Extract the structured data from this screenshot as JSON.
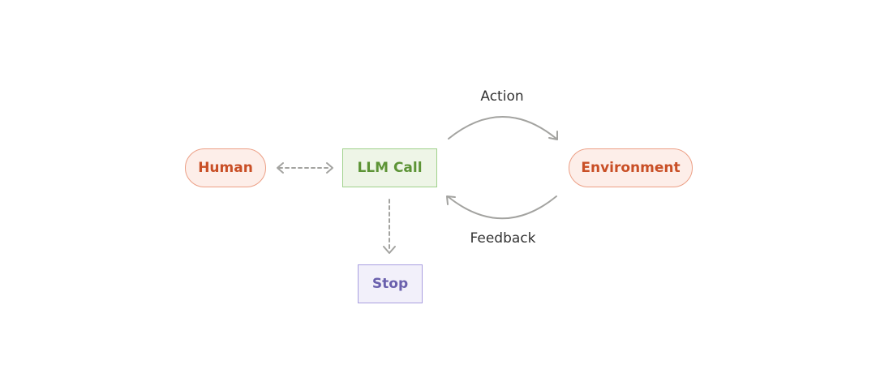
{
  "nodes": {
    "human": "Human",
    "llm_call": "LLM Call",
    "environment": "Environment",
    "stop": "Stop"
  },
  "edges": {
    "action": "Action",
    "feedback": "Feedback"
  },
  "colors": {
    "pill_fill": "#fdeee9",
    "pill_stroke": "#ec9f85",
    "pill_text": "#c94f26",
    "llm_fill": "#eef5e7",
    "llm_stroke": "#9fd18b",
    "llm_text": "#5d9436",
    "stop_fill": "#f2f0fa",
    "stop_stroke": "#a99fe0",
    "stop_text": "#6a60ad",
    "arrow": "#a3a3a0"
  }
}
